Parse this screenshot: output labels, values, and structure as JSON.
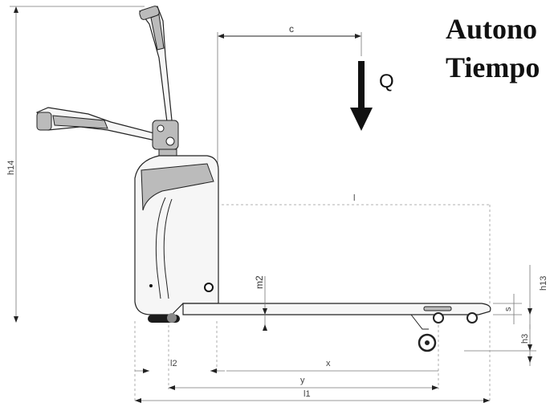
{
  "title_lines": [
    "Autono",
    "Tiempo"
  ],
  "load_label": "Q",
  "dimensions": {
    "c": "c",
    "h14": "h14",
    "l": "l",
    "m2": "m2",
    "h13": "h13",
    "s": "s",
    "h3": "h3",
    "l2": "l2",
    "x": "x",
    "y": "y",
    "l1": "l1"
  },
  "colors": {
    "ink": "#222222",
    "paper": "#ffffff"
  }
}
